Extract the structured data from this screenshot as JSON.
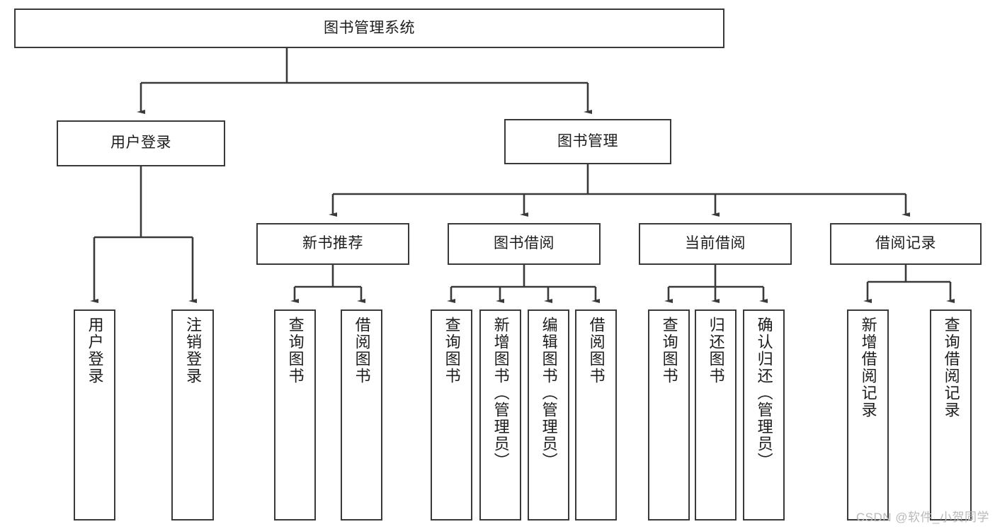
{
  "diagram": {
    "title": "图书管理系统",
    "watermark": "CSDN @软件_小贺同学",
    "colors": {
      "box_border": "#3a3a3a",
      "box_fill": "#ffffff",
      "edge": "#3a3a3a",
      "text": "#1d1d1d",
      "watermark": "#b9b9b9",
      "background": "#ffffff"
    },
    "root": {
      "label": "图书管理系统"
    },
    "level2": [
      {
        "label": "用户登录"
      },
      {
        "label": "图书管理"
      }
    ],
    "level3": [
      {
        "label": "新书推荐"
      },
      {
        "label": "图书借阅"
      },
      {
        "label": "当前借阅"
      },
      {
        "label": "借阅记录"
      }
    ],
    "leaves": {
      "user_login": [
        {
          "label": "用户登录"
        },
        {
          "label": "注销登录"
        }
      ],
      "new_book_recommend": [
        {
          "label": "查询图书"
        },
        {
          "label": "借阅图书"
        }
      ],
      "book_borrow": [
        {
          "label": "查询图书"
        },
        {
          "label": "新增图书（管理员）"
        },
        {
          "label": "编辑图书（管理员）"
        },
        {
          "label": "借阅图书"
        }
      ],
      "current_borrow": [
        {
          "label": "查询图书"
        },
        {
          "label": "归还图书"
        },
        {
          "label": "确认归还（管理员）"
        }
      ],
      "borrow_record": [
        {
          "label": "新增借阅记录"
        },
        {
          "label": "查询借阅记录"
        }
      ]
    }
  }
}
